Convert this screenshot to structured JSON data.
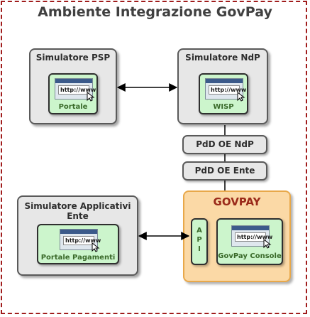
{
  "title": "Ambiente Integrazione GovPay",
  "boxes": {
    "psp": {
      "label": "Simulatore PSP",
      "inner_label": "Portale"
    },
    "ndp": {
      "label": "Simulatore NdP",
      "inner_label": "WISP"
    },
    "ente": {
      "label": "Simulatore Applicativi Ente",
      "inner_label": "Portale Pagamenti"
    }
  },
  "pdd": {
    "ndp": "PdD OE NdP",
    "ente": "PdD OE Ente"
  },
  "govpay": {
    "title": "GOVPAY",
    "api_letters": [
      "A",
      "P",
      "I"
    ],
    "console_label": "GovPay Console"
  },
  "browser_url_text": "http://www",
  "colors": {
    "frame_border": "#a01c1c",
    "govpay_fill": "#fbd9a6",
    "govpay_border": "#e8a84a",
    "inner_fill": "#ccf5cc"
  }
}
